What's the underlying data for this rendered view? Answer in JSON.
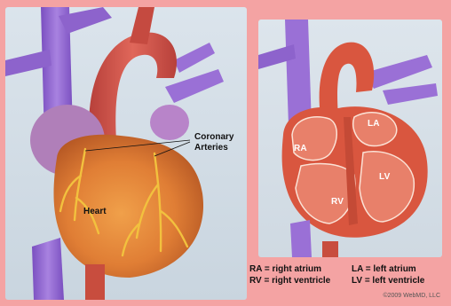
{
  "labels": {
    "coronary_line1": "Coronary",
    "coronary_line2": "Arteries",
    "heart": "Heart",
    "ra": "RA",
    "rv": "RV",
    "la": "LA",
    "lv": "LV"
  },
  "legend": [
    {
      "left": "RA = right atrium",
      "right": "LA = left atrium"
    },
    {
      "left": "RV = right ventricle",
      "right": "LV = left ventricle"
    }
  ],
  "copyright": "©2009 WebMD, LLC",
  "colors": {
    "background": "#f4a3a3",
    "vessel_purple": "#9b6fd3",
    "heart_orange": "#e28a3c",
    "muscle_red": "#d9563f",
    "artery_yellow": "#f2c13e"
  }
}
